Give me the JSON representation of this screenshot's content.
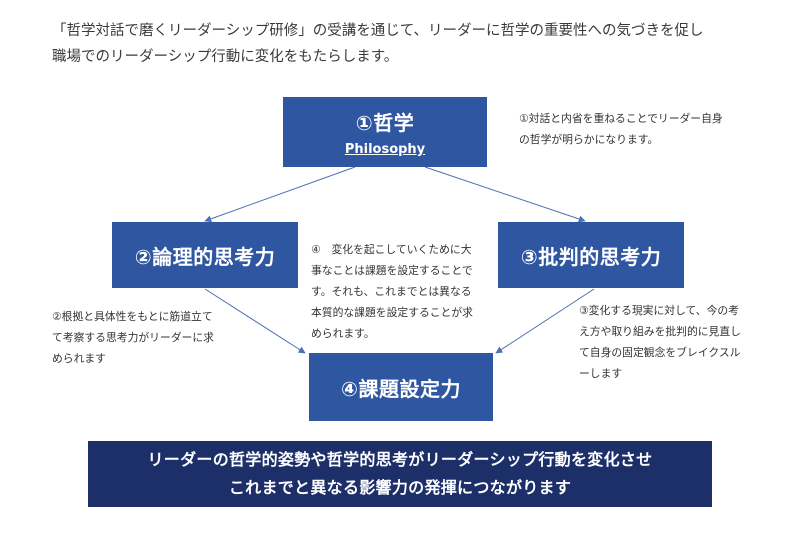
{
  "intro": {
    "line1": "「哲学対話で磨くリーダーシップ研修」の受講を通じて、リーダーに哲学の重要性への気づきを促し",
    "line2": "職場でのリーダーシップ行動に変化をもたらします。"
  },
  "boxes": {
    "philosophy": {
      "title": "①哲学",
      "subtitle": "Philosophy"
    },
    "logical": {
      "title": "②論理的思考力"
    },
    "critical": {
      "title": "③批判的思考力"
    },
    "task": {
      "title": "④課題設定力"
    }
  },
  "notes": {
    "philosophy": [
      "①対話と内省を重ねることでリーダー自身",
      "の哲学が明らかになります。"
    ],
    "logical": [
      "②根拠と具体性をもとに筋道立て",
      "て考察する思考力がリーダーに求",
      "められます"
    ],
    "critical": [
      "③変化する現実に対して、今の考",
      "え方や取り組みを批判的に見直し",
      "て自身の固定観念をブレイクスル",
      "ーします"
    ],
    "task": [
      "④　変化を起こしていくために大",
      "事なことは課題を設定することで",
      "す。それも、これまでとは異なる",
      "本質的な課題を設定することが求",
      "められます。"
    ]
  },
  "banner": {
    "line1": "リーダーの哲学的姿勢や哲学的思考がリーダーシップ行動を変化させ",
    "line2": "これまでと異なる影響力の発揮につながります"
  },
  "colors": {
    "box": "#2f56a0",
    "banner": "#1c2f68",
    "arrow": "#4a6fb5"
  }
}
